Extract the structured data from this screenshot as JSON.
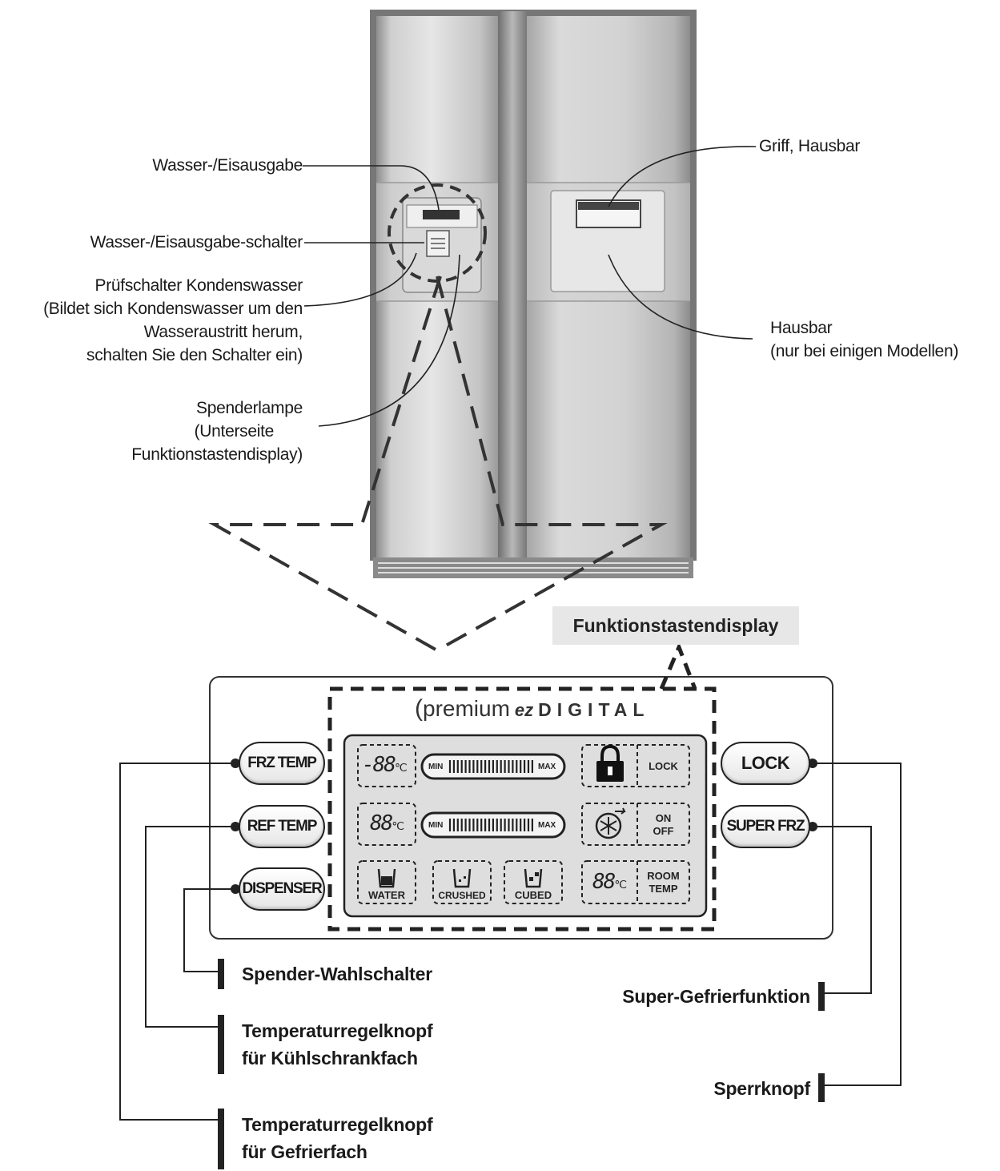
{
  "callouts": {
    "dispenser": "Wasser-/Eisausgabe",
    "dispenser_switch": "Wasser-/Eisausgabe-schalter",
    "condensate_l1": "Prüfschalter Kondenswasser",
    "condensate_l2": "(Bildet sich Kondenswasser um den",
    "condensate_l3": "Wasseraustritt herum,",
    "condensate_l4": "schalten Sie den Schalter ein)",
    "lamp_l1": "Spenderlampe",
    "lamp_l2": "(Unterseite",
    "lamp_l3": "Funktionstastendisplay)",
    "handle": "Griff, Hausbar",
    "homebar_l1": "Hausbar",
    "homebar_l2": "(nur bei einigen Modellen)"
  },
  "panel": {
    "tag": "Funktionstastendisplay",
    "brand": "premium",
    "brand_ez": "ez",
    "brand_digital": "DIGITAL",
    "buttons": {
      "frz_temp": "FRZ TEMP",
      "ref_temp": "REF TEMP",
      "dispenser": "DISPENSER",
      "lock": "LOCK",
      "super_frz": "SUPER FRZ"
    },
    "lcd": {
      "frz_value": "-88",
      "ref_value": "88",
      "room_value": "88",
      "unit": "℃",
      "min": "MIN",
      "max": "MAX",
      "lock": "LOCK",
      "on": "ON",
      "off": "OFF",
      "room": "ROOM",
      "temp": "TEMP",
      "water": "WATER",
      "crushed": "CRUSHED",
      "cubed": "CUBED"
    }
  },
  "legend": {
    "dispenser_select": "Spender-Wahlschalter",
    "ref_knob_l1": "Temperaturregelknopf",
    "ref_knob_l2": "für Kühlschrankfach",
    "frz_knob_l1": "Temperaturregelknopf",
    "frz_knob_l2": "für Gefrierfach",
    "super_freeze": "Super-Gefrierfunktion",
    "lock_button": "Sperrknopf"
  }
}
